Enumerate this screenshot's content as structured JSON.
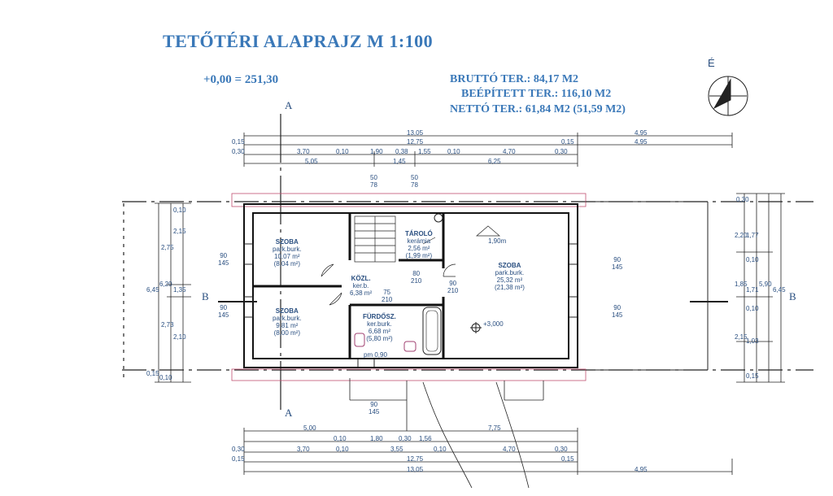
{
  "header": {
    "title": "TETŐTÉRI ALAPRAJZ    M 1:100",
    "level": "+0,00 =  251,30",
    "areas": [
      "BRUTTÓ TER.:  84,17 M2",
      "BEÉPÍTETT TER.:   116,10 M2",
      "NETTÓ TER.:  61,84 M2  (51,59 M2)"
    ]
  },
  "north_label": "É",
  "sections": {
    "a_top": "A",
    "a_bottom": "A",
    "b_left": "B",
    "b_right": "B"
  },
  "rooms": [
    {
      "name": "SZOBA",
      "floor": "park.burk.",
      "area": "10,07 m²",
      "area2": "(8,04 m²)"
    },
    {
      "name": "SZOBA",
      "floor": "park.burk.",
      "area": "9,81 m²",
      "area2": "(8,00 m²)"
    },
    {
      "name": "KÖZL.",
      "floor": "ker.b.",
      "area": "6,38 m²",
      "area2": ""
    },
    {
      "name": "TÁROLÓ",
      "floor": "kerámia",
      "area": "2,56 m²",
      "area2": "(1,99 m²)"
    },
    {
      "name": "SZOBA",
      "floor": "park.burk.",
      "area": "25,32 m²",
      "area2": "(21,38 m²)"
    },
    {
      "name": "FÜRDŐSZ.",
      "floor": "ker.burk.",
      "area": "6,68 m²",
      "area2": "(5,80 m²)"
    }
  ],
  "annotations": {
    "height_190": "1,90m",
    "elev_3000": "+3,000"
  },
  "dims_top": {
    "r1": [
      "13,05",
      "4,95"
    ],
    "r2": [
      "0,15",
      "12,75",
      "0,15",
      "4,95"
    ],
    "r3": [
      "0,30",
      "3,70",
      "0,10",
      "1,90",
      "0,38",
      "1,55",
      "0,10",
      "4,70",
      "0,30"
    ],
    "r4": [
      "5,05",
      "1,45",
      "6,25"
    ]
  },
  "dims_bottom": {
    "r1": [
      "5,00",
      "7,75"
    ],
    "r2": [
      "0,10",
      "1,80",
      "0,30",
      "1,56"
    ],
    "r3": [
      "0,30",
      "3,70",
      "0,10",
      "3,55",
      "0,10",
      "4,70",
      "0,30"
    ],
    "r4": [
      "0,15",
      "12,75",
      "0,15"
    ],
    "r5": [
      "13,05",
      "4,95"
    ]
  },
  "dims_left": {
    "outer": "6,45",
    "mid": "6,20",
    "segs": [
      "0,10",
      "2,15",
      "2,75",
      "1,35",
      "2,73",
      "2,10",
      "0,15",
      "0,10"
    ]
  },
  "dims_right": {
    "outer": "6,45",
    "mid": "5,90",
    "segs": [
      "0,30",
      "2,20",
      "1,77",
      "0,10",
      "1,85",
      "1,71",
      "0,10",
      "2,15",
      "1,03",
      "0,15"
    ]
  },
  "windows": {
    "w1": [
      "90",
      "145"
    ],
    "w2": [
      "90",
      "145"
    ],
    "w3": [
      "90",
      "145"
    ],
    "w4": [
      "90",
      "145"
    ],
    "w5": [
      "90",
      "145"
    ],
    "pm": "pm 0,90"
  },
  "doors": [
    "75",
    "210",
    "80",
    "210",
    "90",
    "210",
    "50",
    "78",
    "50",
    "78"
  ]
}
